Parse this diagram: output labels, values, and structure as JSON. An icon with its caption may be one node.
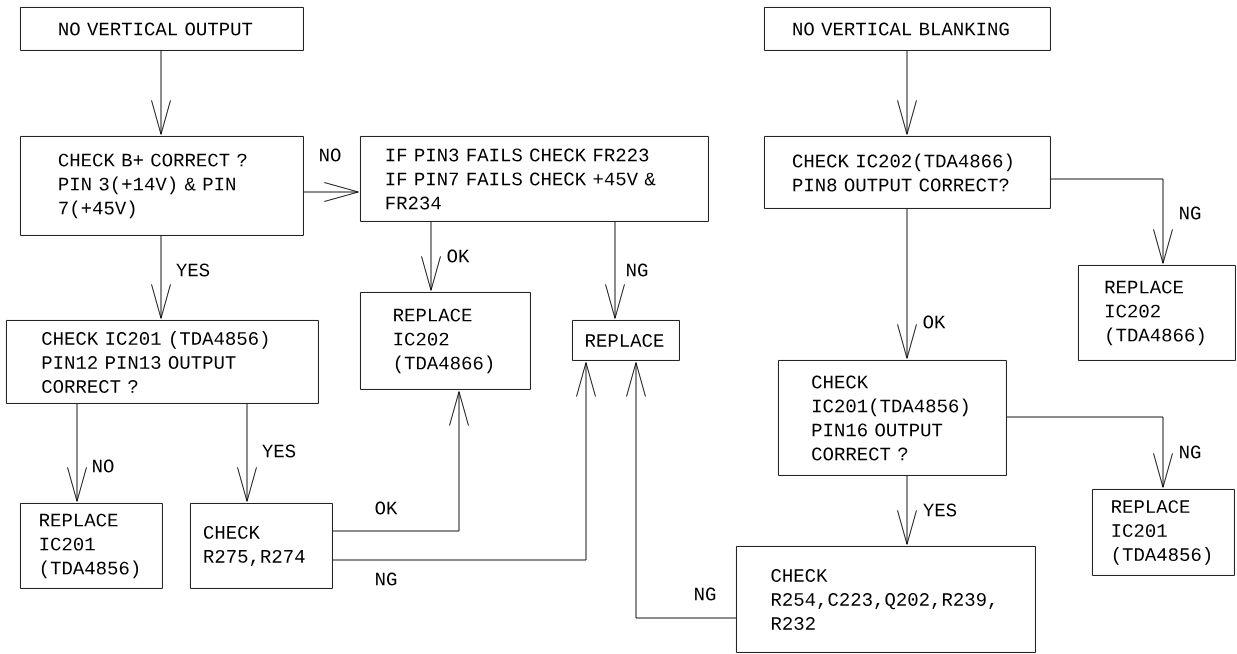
{
  "diagram": {
    "nodes": [
      {
        "text": [
          "NO VERTICAL OUTPUT"
        ]
      },
      {
        "text": [
          "CHECK B+ CORRECT ? PIN 3(+14V) & PIN 7(+45V)"
        ]
      },
      {
        "text": [
          "IF PIN3 FAILS CHECK FR223 IF PIN7 FAILS CHECK +45V & FR234"
        ]
      },
      {
        "text": [
          "CHECK IC201 (TDA4856) PIN12 PIN13 OUTPUT CORRECT ?"
        ]
      },
      {
        "text": [
          "REPLACE IC202 (TDA4866)"
        ]
      },
      {
        "text": [
          "REPLACE"
        ]
      },
      {
        "text": [
          "REPLACE IC201 (TDA4856)"
        ]
      },
      {
        "text": [
          "CHECK R275,R274"
        ]
      },
      {
        "text": [
          "NO VERTICAL BLANKING"
        ]
      },
      {
        "text": [
          "CHECK IC202(TDA4866) PIN8 OUTPUT CORRECT?"
        ]
      },
      {
        "text": [
          "REPLACE IC202 (TDA4866)"
        ]
      },
      {
        "text": [
          "CHECK IC201(TDA4856) PIN16 OUTPUT CORRECT ?"
        ]
      },
      {
        "text": [
          "REPLACE IC201 (TDA4856)"
        ]
      },
      {
        "text": [
          "CHECK R254,C223,Q202,R239, R232"
        ]
      }
    ],
    "edges": [
      {
        "from": 0,
        "to": 1,
        "arrow": "to"
      },
      {
        "from": 1,
        "to": 2,
        "arrow": "to",
        "label": "NO"
      },
      {
        "from": 1,
        "to": 3,
        "arrow": "to",
        "label": "YES"
      },
      {
        "from": 2,
        "to": 4,
        "arrow": "to",
        "label": "OK"
      },
      {
        "from": 2,
        "to": 5,
        "arrow": "to",
        "label": "NG"
      },
      {
        "from": 3,
        "to": 6,
        "arrow": "to",
        "label": "NO"
      },
      {
        "from": 3,
        "to": 7,
        "arrow": "to",
        "label": "YES"
      },
      {
        "from": 7,
        "to": 4,
        "arrow": "to",
        "label": "OK"
      },
      {
        "from": 7,
        "to": 5,
        "arrow": "to",
        "label": "NG"
      },
      {
        "from": 8,
        "to": 9,
        "arrow": "to"
      },
      {
        "from": 9,
        "to": 11,
        "arrow": "to",
        "label": "OK"
      },
      {
        "from": 9,
        "to": 10,
        "arrow": "to",
        "label": "NG"
      },
      {
        "from": 11,
        "to": 12,
        "arrow": "to",
        "label": "NG"
      },
      {
        "from": 11,
        "to": 13,
        "arrow": "to",
        "label": "YES"
      },
      {
        "from": 13,
        "to": 5,
        "arrow": "to",
        "label": "NG"
      }
    ]
  }
}
